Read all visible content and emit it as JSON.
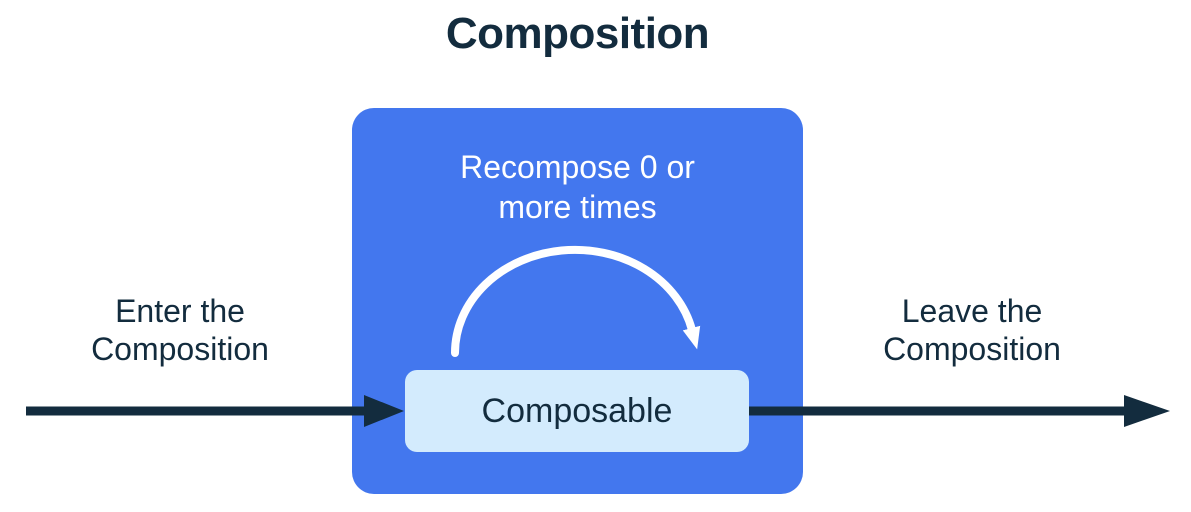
{
  "labels": {
    "title": "Composition",
    "recompose": {
      "line1": "Recompose 0 or",
      "line2": "more times"
    },
    "composable": "Composable",
    "enter": {
      "line1": "Enter the",
      "line2": "Composition"
    },
    "leave": {
      "line1": "Leave the",
      "line2": "Composition"
    }
  },
  "icons": {
    "enter_arrow": "right-arrow",
    "leave_arrow": "right-arrow",
    "recompose_loop": "clockwise-arc-arrow"
  },
  "colors": {
    "blue": "#4377EE",
    "light_blue": "#D3EBFD",
    "dark": "#132C3E",
    "white": "#FFFFFF",
    "background": "#FFFFFF"
  }
}
